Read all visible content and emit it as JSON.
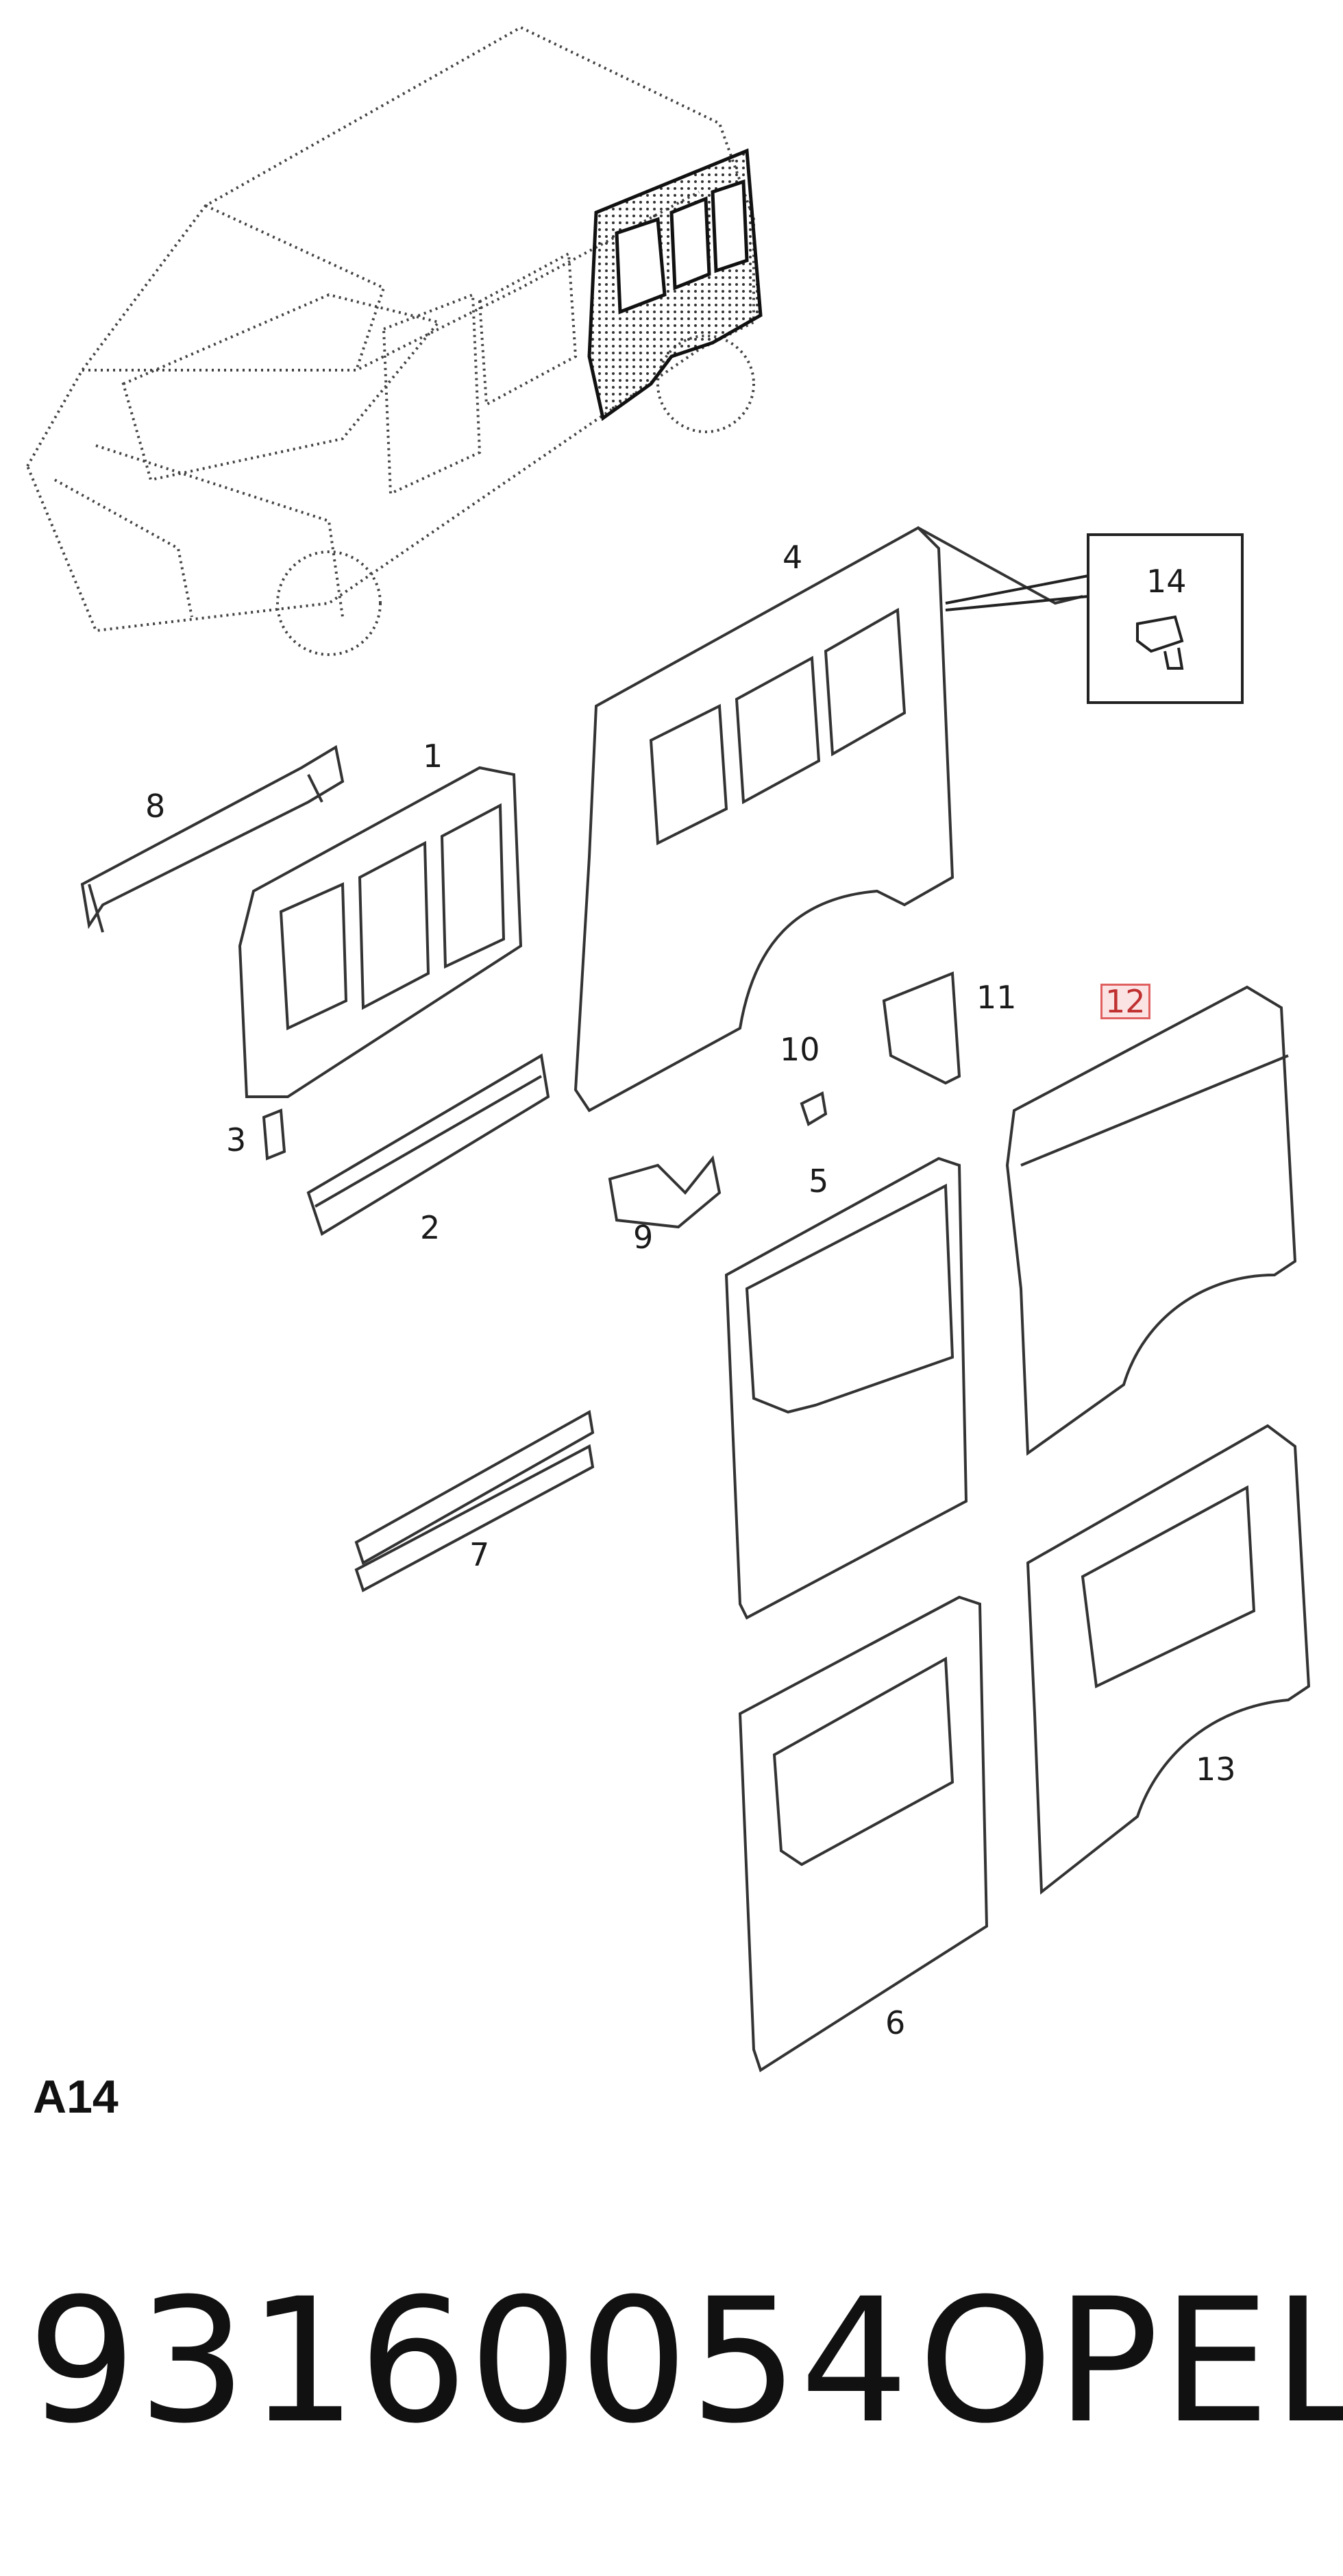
{
  "diagram": {
    "section_code": "A14",
    "callouts": [
      {
        "id": "1",
        "label": "1"
      },
      {
        "id": "2",
        "label": "2"
      },
      {
        "id": "3",
        "label": "3"
      },
      {
        "id": "4",
        "label": "4"
      },
      {
        "id": "5",
        "label": "5"
      },
      {
        "id": "6",
        "label": "6"
      },
      {
        "id": "7",
        "label": "7"
      },
      {
        "id": "8",
        "label": "8"
      },
      {
        "id": "9",
        "label": "9"
      },
      {
        "id": "10",
        "label": "10"
      },
      {
        "id": "11",
        "label": "11"
      },
      {
        "id": "12",
        "label": "12",
        "highlighted": true
      },
      {
        "id": "13",
        "label": "13"
      },
      {
        "id": "14",
        "label": "14"
      }
    ],
    "highlight_color": "#e06060"
  },
  "footer": {
    "part_number": "93160054",
    "brand": "OPEL"
  }
}
